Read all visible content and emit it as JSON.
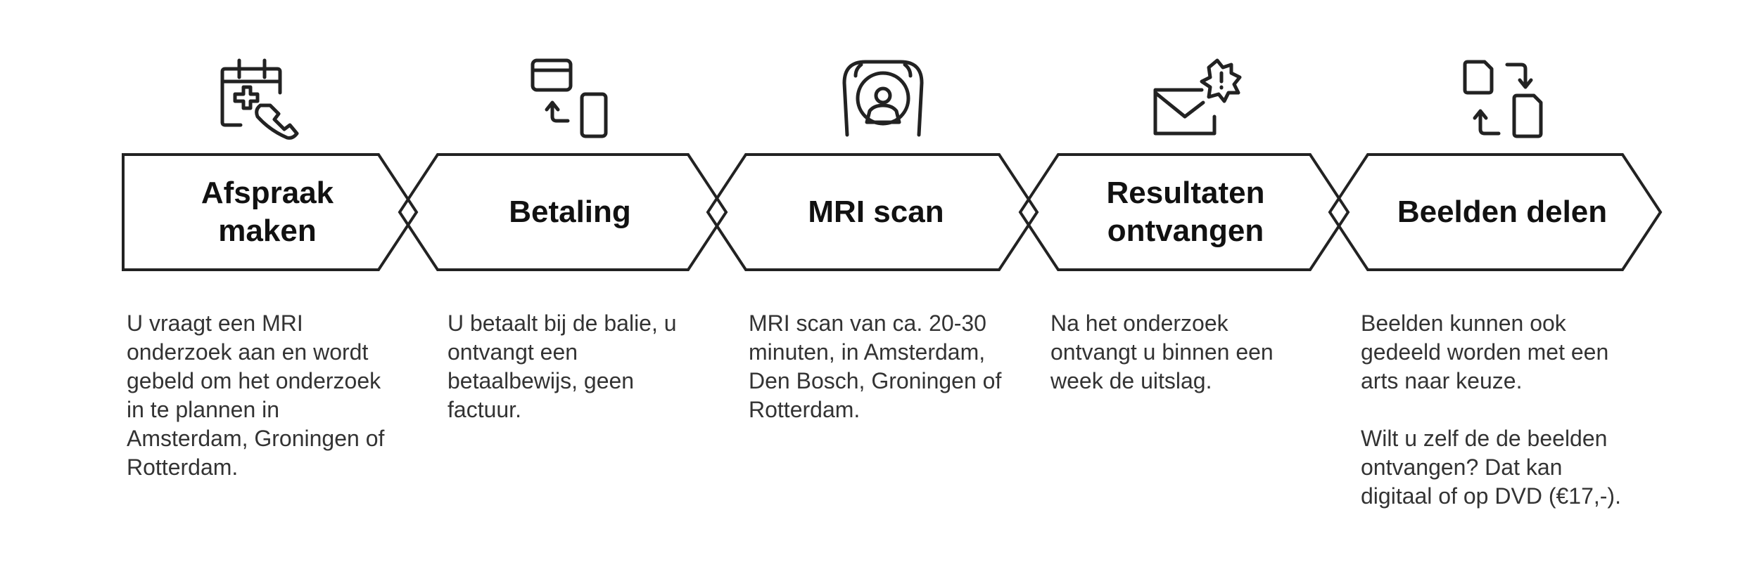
{
  "steps": [
    {
      "title": "Afspraak maken",
      "icon": "calendar-phone-icon",
      "description": [
        "U vraagt een MRI onderzoek aan en wordt gebeld om het onderzoek in te plannen in Amsterdam, Groningen of Rotterdam."
      ]
    },
    {
      "title": "Betaling",
      "icon": "card-to-phone-payment-icon",
      "description": [
        "U betaalt bij de balie, u ontvangt een betaalbewijs, geen factuur."
      ]
    },
    {
      "title": "MRI scan",
      "icon": "mri-scanner-icon",
      "description": [
        "MRI scan van ca. 20-30 minuten, in Amsterdam, Den Bosch, Groningen of Rotterdam."
      ]
    },
    {
      "title": "Resultaten ontvangen",
      "icon": "envelope-alert-icon",
      "description": [
        "Na het onderzoek ontvangt u binnen een week de uitslag."
      ]
    },
    {
      "title": "Beelden delen",
      "icon": "document-exchange-icon",
      "description": [
        "Beelden kunnen ook gedeeld worden met een arts naar keuze.",
        "Wilt u zelf de de beelden ontvangen? Dat kan digitaal of op DVD (€17,-)."
      ]
    }
  ],
  "colors": {
    "stroke": "#222222",
    "text": "#333333",
    "title": "#111111",
    "background": "#ffffff"
  }
}
